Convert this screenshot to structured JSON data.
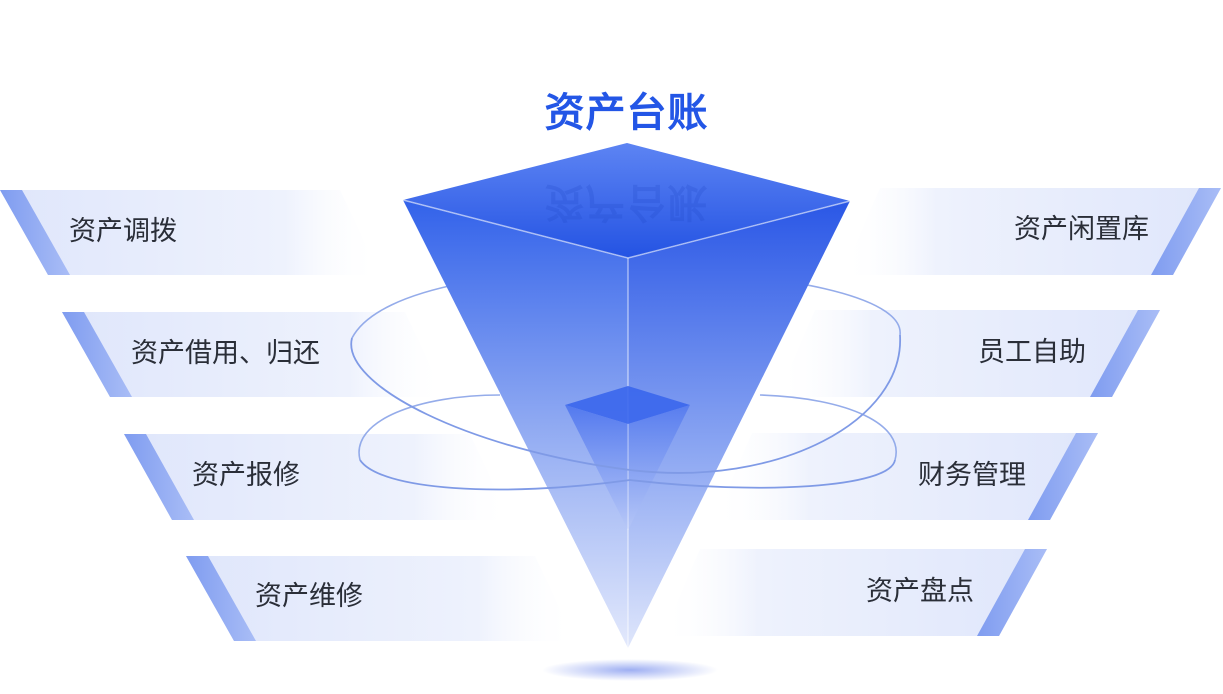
{
  "title": "资产台账",
  "left_items": [
    {
      "label": "资产调拨"
    },
    {
      "label": "资产借用、归还"
    },
    {
      "label": "资产报修"
    },
    {
      "label": "资产维修"
    }
  ],
  "right_items": [
    {
      "label": "资产闲置库"
    },
    {
      "label": "员工自助"
    },
    {
      "label": "财务管理"
    },
    {
      "label": "资产盘点"
    }
  ],
  "colors": {
    "primary": "#2356e6",
    "ribbon_fill": "#e8edfc",
    "ribbon_edge": "#8fa9f2",
    "orbit": "#8aa3e8"
  }
}
